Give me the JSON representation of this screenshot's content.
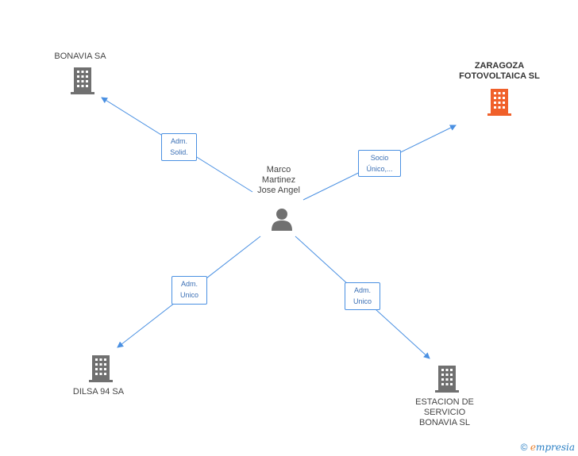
{
  "center": {
    "name": "Marco\nMartinez\nJose Angel",
    "icon": "person-icon"
  },
  "companies": [
    {
      "id": "bonavia",
      "name": "BONAVIA SA",
      "icon": "building-icon",
      "color": "#707070"
    },
    {
      "id": "zaragoza",
      "name": "ZARAGOZA\nFOTOVOLTAICA SL",
      "icon": "building-icon",
      "color": "#f0602a"
    },
    {
      "id": "dilsa",
      "name": "DILSA 94 SA",
      "icon": "building-icon",
      "color": "#707070"
    },
    {
      "id": "estacion",
      "name": "ESTACION DE\nSERVICIO\nBONAVIA  SL",
      "icon": "building-icon",
      "color": "#707070"
    }
  ],
  "relations": [
    {
      "to": "bonavia",
      "label": "Adm.\nSolid."
    },
    {
      "to": "zaragoza",
      "label": "Socio\nÚnico,..."
    },
    {
      "to": "dilsa",
      "label": "Adm.\nUnico"
    },
    {
      "to": "estacion",
      "label": "Adm.\nUnico"
    }
  ],
  "footer": {
    "copyright": "©",
    "brand": "mpresia",
    "brand_initial": "e"
  },
  "colors": {
    "edge": "#4a90e2",
    "node": "#707070",
    "highlight": "#f0602a"
  }
}
